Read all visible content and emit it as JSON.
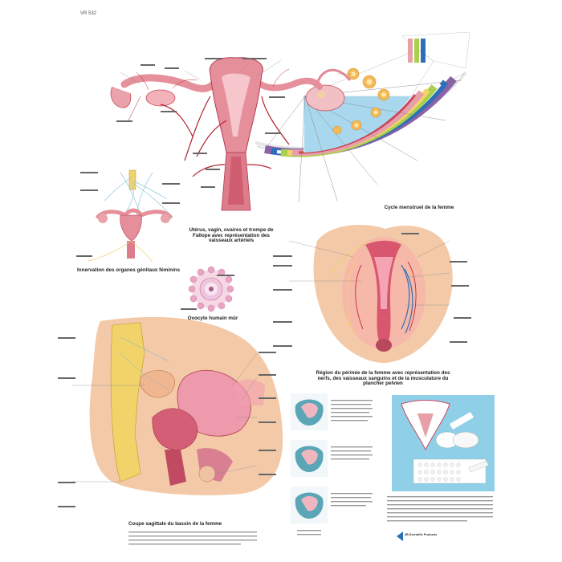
{
  "poster": {
    "code": "VR 532",
    "captions": {
      "uterus": "Utérus, vagin, ovaires et trompe de Fallope avec représentation des vaisseaux artériels",
      "cycle": "Cycle menstruel de la femme",
      "innervation": "Innervation des organes génitaux féminins",
      "oocyte": "Ovocyte humain mûr",
      "perineum": "Région du périnée de la femme avec représentation des nerfs, des vaisseaux sanguins et de la musculature du plancher pelvien",
      "sagittal": "Coupe sagittale du bassin de la femme"
    },
    "publisher": "3B Scientific Products",
    "colors": {
      "tissue_pink": "#e8a0a8",
      "uterus_red": "#c9485e",
      "bone_yellow": "#f1d36a",
      "skin": "#f3c9a8",
      "nerve_blue": "#8fc7dd",
      "band_green": "#a9cf4e",
      "band_blue": "#2d6fb6",
      "band_purple": "#8a62a8",
      "sky_blue": "#a9d8ee"
    }
  }
}
